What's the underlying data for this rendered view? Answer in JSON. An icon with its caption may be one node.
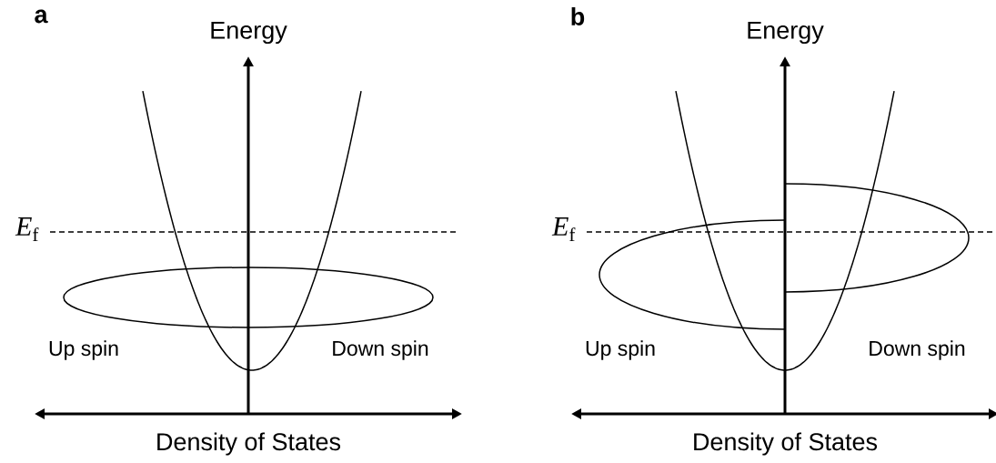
{
  "diagram": {
    "labels": [
      "a",
      "Energy",
      "*E*$_{f}$",
      "Up spin",
      "Down spin",
      "Density of States",
      "b",
      "Energy",
      "*E*$_{f}$",
      "Up spin",
      "Down spin",
      "Density of States"
    ]
  }
}
